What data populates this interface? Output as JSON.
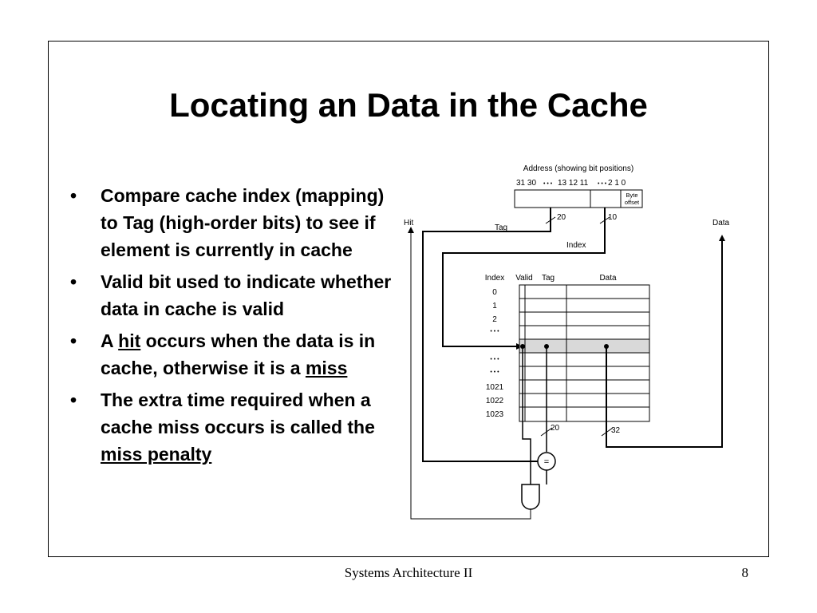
{
  "slide": {
    "title": "Locating an Data in the Cache",
    "bullets": [
      {
        "before": "Compare cache index (mapping) to Tag (high-order bits) to see if element is currently in cache",
        "term": "",
        "after": ""
      },
      {
        "before": "Valid bit used to indicate whether data in cache is valid",
        "term": "",
        "after": ""
      },
      {
        "before": "A ",
        "term": "hit",
        "after": " occurs when the data is in cache, otherwise it is a ",
        "term2": "miss",
        "after2": ""
      },
      {
        "before": "The extra time required when a cache miss occurs is called the ",
        "term": "miss penalty",
        "after": ""
      }
    ],
    "footer": "Systems Architecture II",
    "page": "8"
  },
  "diagram": {
    "address_caption": "Address (showing bit positions)",
    "bits_high": "31 30",
    "bits_mid": "13 12 11",
    "bits_low": "2 1 0",
    "ellipsis": "• • •",
    "byte_offset": [
      "Byte",
      "offset"
    ],
    "labels": {
      "hit": "Hit",
      "data_out": "Data",
      "tag": "Tag",
      "index": "Index",
      "tag_width": "20",
      "index_width": "10",
      "tag_out_width": "20",
      "data_out_width": "32",
      "comparator": "="
    },
    "table": {
      "headers": [
        "Index",
        "Valid",
        "Tag",
        "Data"
      ],
      "index_labels": [
        "0",
        "1",
        "2",
        "• • •",
        "",
        "• • •",
        "• • •",
        "1021",
        "1022",
        "1023"
      ]
    }
  }
}
